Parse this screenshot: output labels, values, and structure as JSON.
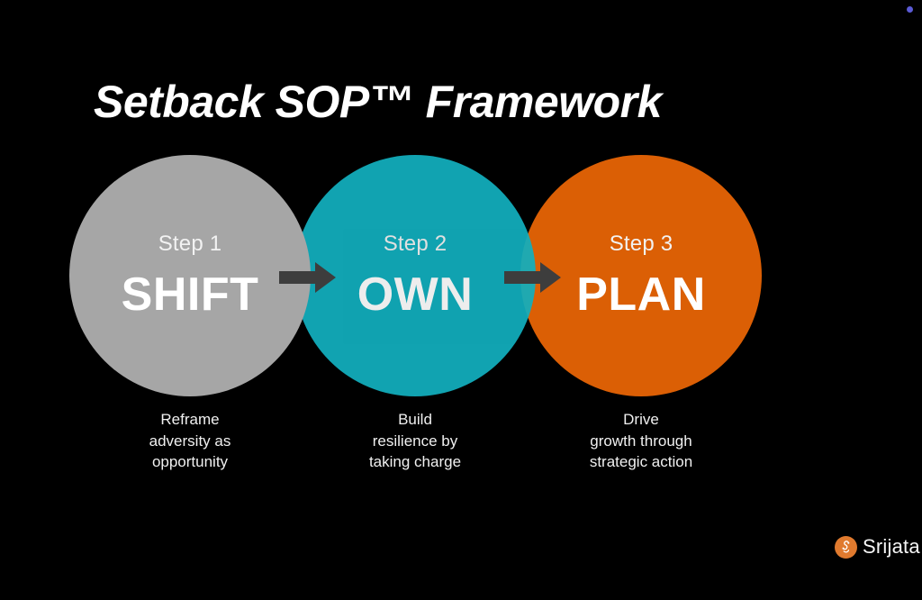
{
  "slide": {
    "background_color": "#000000",
    "title": "Setback SOP™ Framework",
    "accent_dot_color": "#5b5bd6"
  },
  "steps": [
    {
      "step_label": "Step 1",
      "step_title": "SHIFT",
      "color": "#a6a6a6",
      "caption_lines": [
        "Reframe",
        "adversity as",
        "opportunity"
      ]
    },
    {
      "step_label": "Step 2",
      "step_title": "OWN",
      "color": "#12afbe",
      "caption_lines": [
        "Build",
        "resilience by",
        "taking charge"
      ]
    },
    {
      "step_label": "Step 3",
      "step_title": "PLAN",
      "color": "#db5f05",
      "caption_lines": [
        "Drive",
        "growth through",
        "strategic action"
      ]
    }
  ],
  "arrows": {
    "color": "#3d3d3d",
    "count": 2
  },
  "logo": {
    "mark_color": "#e07a2e",
    "mark_glyph": "swirl-s-icon",
    "text": "Srijata"
  }
}
